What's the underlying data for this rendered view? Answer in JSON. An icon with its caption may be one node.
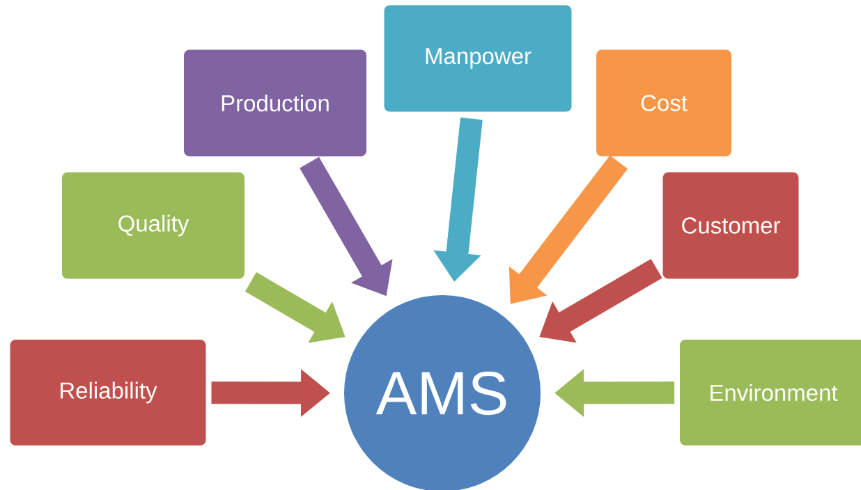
{
  "diagram": {
    "nodes": [
      {
        "text": [
          "Reliability"
        ]
      },
      {
        "text": [
          "Quality"
        ]
      },
      {
        "text": [
          "Production"
        ]
      },
      {
        "text": [
          "Manpower"
        ]
      },
      {
        "text": [
          "Cost"
        ]
      },
      {
        "text": [
          "Customer"
        ]
      },
      {
        "text": [
          "Environment"
        ]
      },
      {
        "text": [
          "AMS"
        ]
      }
    ],
    "edges": [
      {
        "from": 0,
        "to": 7,
        "arrow": "to",
        "color": "#c0504d"
      },
      {
        "from": 1,
        "to": 7,
        "arrow": "to",
        "color": "#9bbb59"
      },
      {
        "from": 2,
        "to": 7,
        "arrow": "to",
        "color": "#8064a2"
      },
      {
        "from": 3,
        "to": 7,
        "arrow": "to",
        "color": "#4bacc6"
      },
      {
        "from": 4,
        "to": 7,
        "arrow": "to",
        "color": "#f79646"
      },
      {
        "from": 5,
        "to": 7,
        "arrow": "to",
        "color": "#c0504d"
      },
      {
        "from": 6,
        "to": 7,
        "arrow": "to",
        "color": "#9bbb59"
      }
    ]
  }
}
